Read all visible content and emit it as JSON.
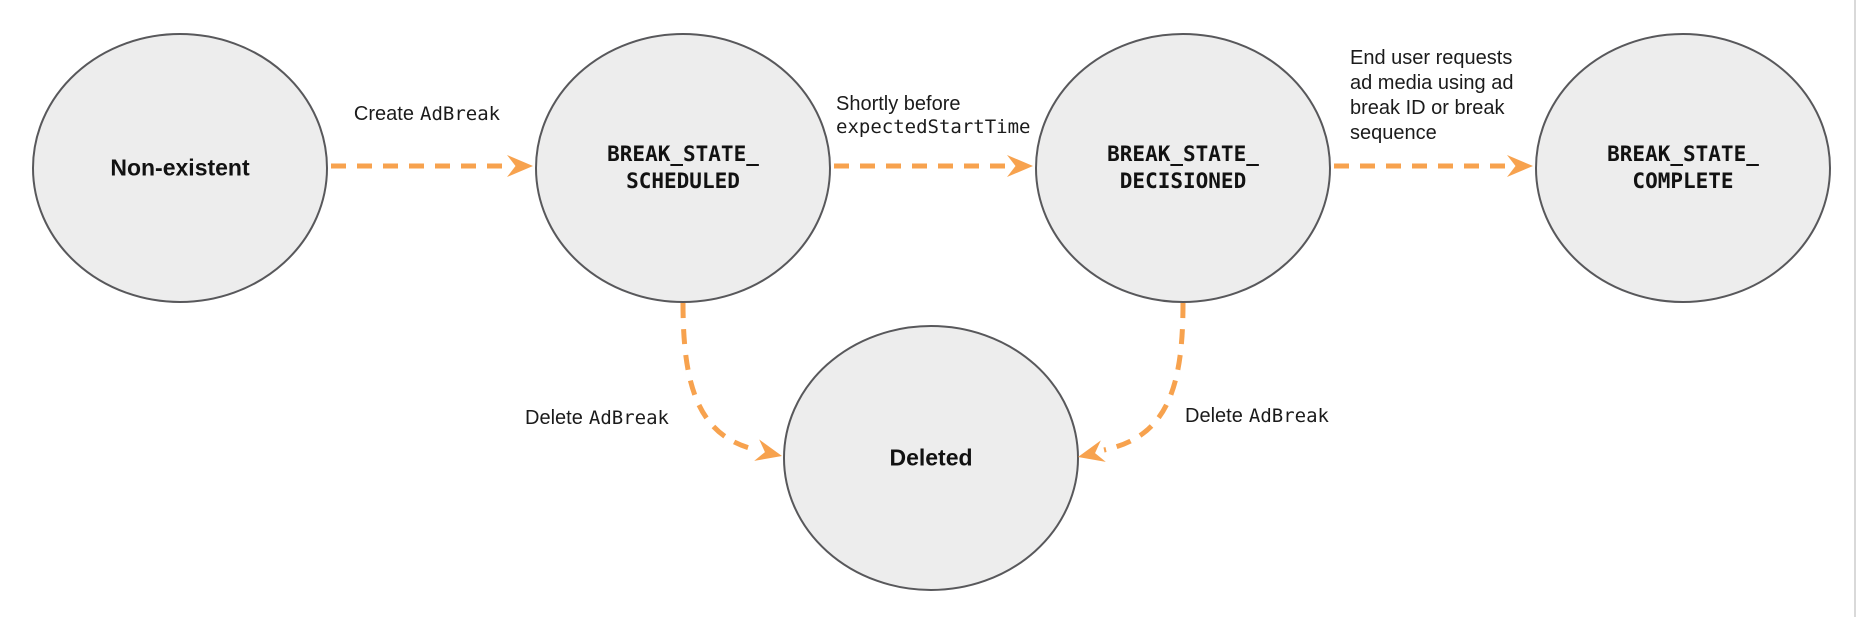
{
  "diagram": {
    "type": "state-diagram",
    "nodes": {
      "non_existent": {
        "label": "Non-existent"
      },
      "scheduled": {
        "line1": "BREAK_STATE_",
        "line2": "SCHEDULED"
      },
      "decisioned": {
        "line1": "BREAK_STATE_",
        "line2": "DECISIONED"
      },
      "complete": {
        "line1": "BREAK_STATE_",
        "line2": "COMPLETE"
      },
      "deleted": {
        "label": "Deleted"
      }
    },
    "edges": {
      "create": {
        "text": "Create",
        "code": "AdBreak"
      },
      "shortly": {
        "text": "Shortly before",
        "code": "expectedStartTime"
      },
      "end_user": {
        "line1": "End user requests",
        "line2": "ad media using ad",
        "line3": "break ID or break",
        "line4": "sequence"
      },
      "delete_left": {
        "text": "Delete",
        "code": "AdBreak"
      },
      "delete_right": {
        "text": "Delete",
        "code": "AdBreak"
      }
    },
    "colors": {
      "arrow": "#F7A24E",
      "node_fill": "#EDEDED",
      "node_stroke": "#58585B",
      "text": "#1B1B1B",
      "border": "#D9D9D9"
    }
  }
}
